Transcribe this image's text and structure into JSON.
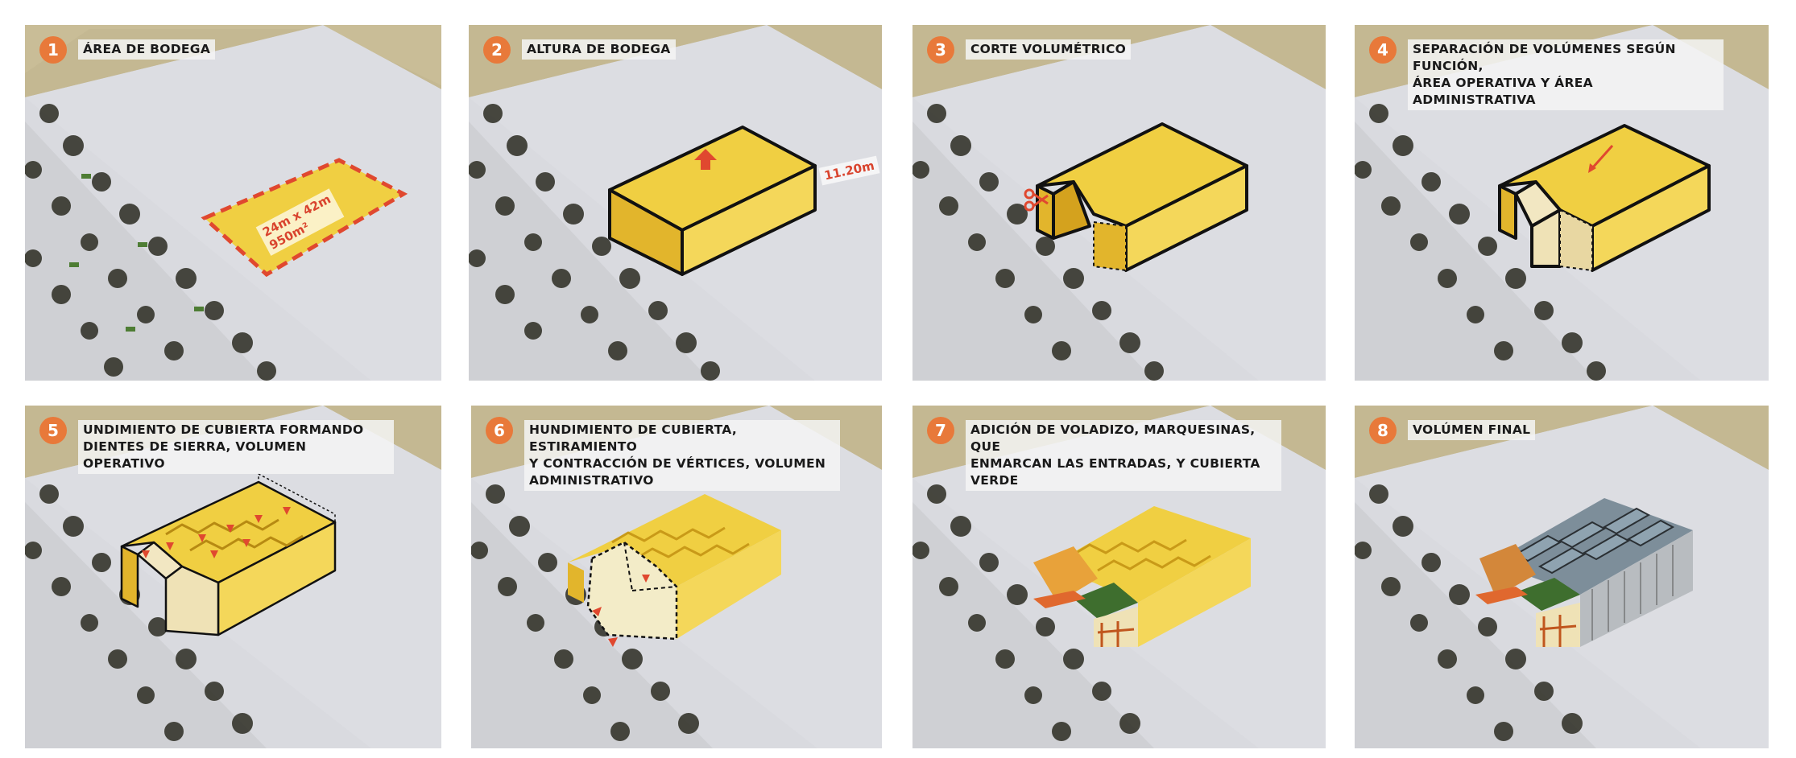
{
  "colors": {
    "badge": "#e8793a",
    "volume_yellow": "#f0cf42",
    "volume_side": "#d6aa1e",
    "admin_cream": "#f2e7c2",
    "arrow_red": "#e0482f",
    "sand": "#c4b892",
    "ground": "#d9dadf",
    "green_roof": "#3e6e2e",
    "glass": "#8fa3b0"
  },
  "panels": [
    {
      "number": "1",
      "caption": "ÁREA DE BODEGA",
      "dim_line1": "24m x 42m",
      "dim_line2": "950m²"
    },
    {
      "number": "2",
      "caption": "ALTURA DE BODEGA",
      "dim_height": "11.20m"
    },
    {
      "number": "3",
      "caption": "CORTE VOLUMÉTRICO"
    },
    {
      "number": "4",
      "caption": "SEPARACIÓN DE VOLÚMENES SEGÚN FUNCIÓN,\nÁREA OPERATIVA Y ÁREA ADMINISTRATIVA"
    },
    {
      "number": "5",
      "caption": "UNDIMIENTO DE CUBIERTA FORMANDO\nDIENTES DE SIERRA, VOLUMEN OPERATIVO"
    },
    {
      "number": "6",
      "caption": "HUNDIMIENTO DE CUBIERTA, ESTIRAMIENTO\nY CONTRACCIÓN DE VÉRTICES, VOLUMEN\nADMINISTRATIVO"
    },
    {
      "number": "7",
      "caption": "ADICIÓN DE VOLADIZO, MARQUESINAS, QUE\nENMARCAN LAS ENTRADAS, Y CUBIERTA VERDE"
    },
    {
      "number": "8",
      "caption": "VOLÚMEN FINAL"
    }
  ]
}
